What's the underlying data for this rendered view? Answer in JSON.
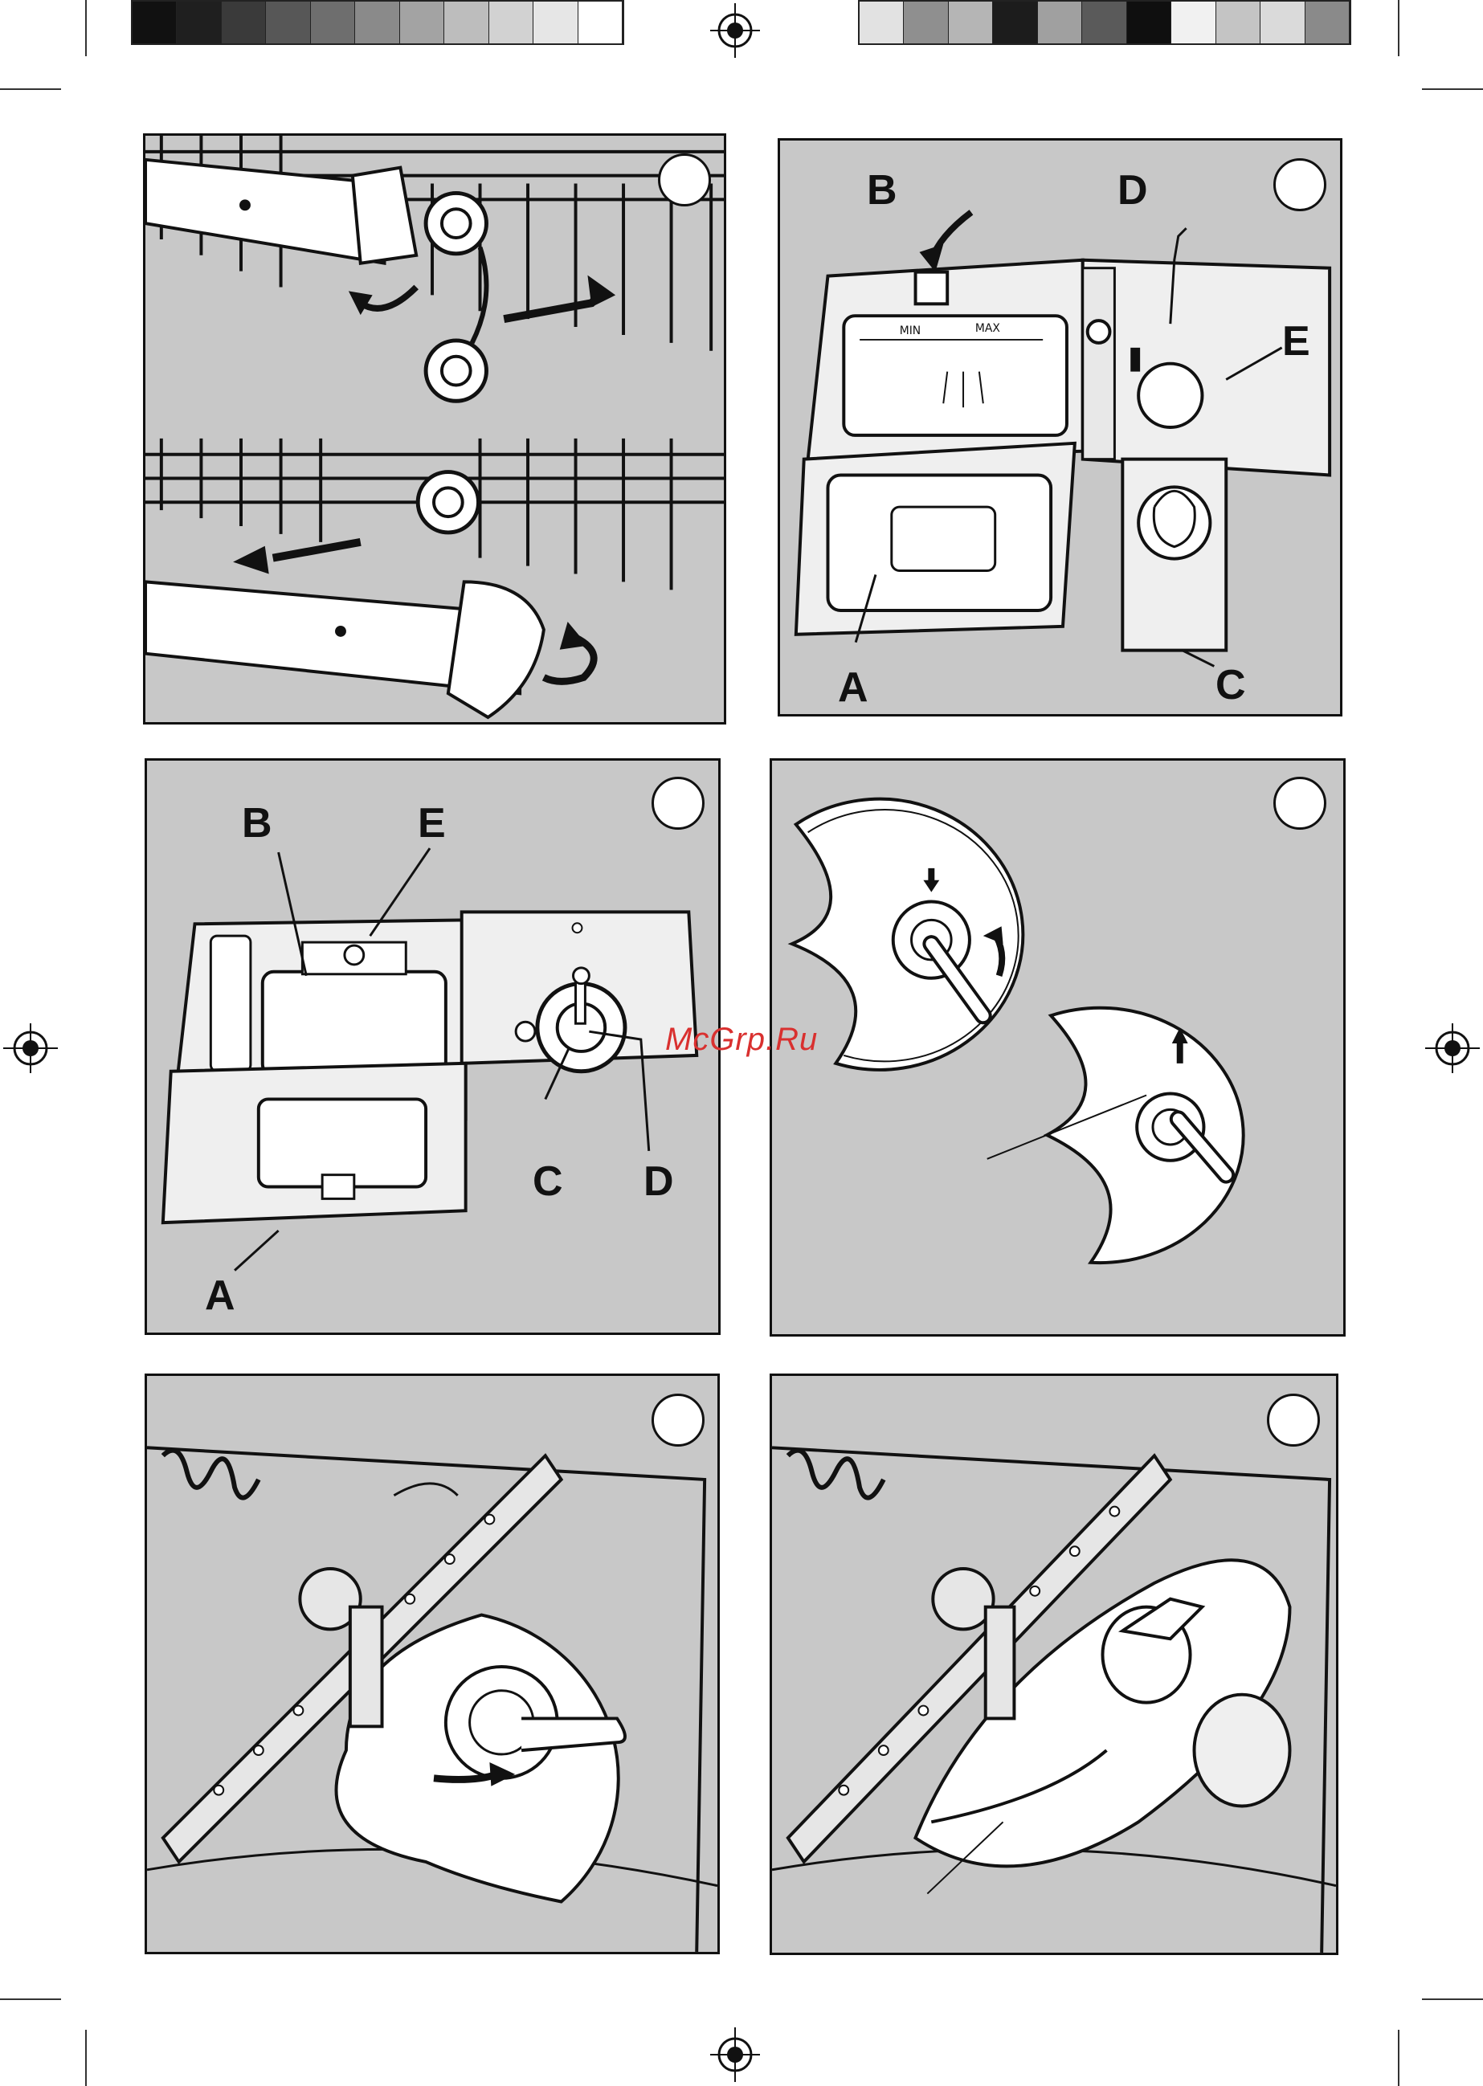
{
  "color_bars": {
    "left": [
      "#111111",
      "#1f1f1f",
      "#3a3a3a",
      "#575757",
      "#6e6e6e",
      "#8a8a8a",
      "#a3a3a3",
      "#bdbdbd",
      "#d2d2d2",
      "#e6e6e6",
      "#ffffff"
    ],
    "right": [
      "#e2e2e2",
      "#8f8f8f",
      "#b5b5b5",
      "#1c1c1c",
      "#a0a0a0",
      "#5a5a5a",
      "#0f0f0f",
      "#f1f1f1",
      "#c4c4c4",
      "#dadada",
      "#8a8a8a"
    ]
  },
  "watermark": "McGrp.Ru",
  "panels": {
    "p1": {
      "name": "basket-wheels-figure",
      "labels": []
    },
    "p2": {
      "name": "detergent-dispenser-figure",
      "labels": [
        "B",
        "D",
        "E",
        "A",
        "C"
      ],
      "dispenser_text": {
        "min": "MIN",
        "max": "MAX"
      }
    },
    "p3": {
      "name": "rinse-aid-dispenser-figure",
      "labels": [
        "B",
        "E",
        "C",
        "D",
        "A"
      ]
    },
    "p4": {
      "name": "filter-removal-figure",
      "labels": []
    },
    "p5": {
      "name": "filter-in-tub-figure",
      "labels": []
    },
    "p6": {
      "name": "filter-lifted-figure",
      "labels": []
    }
  }
}
